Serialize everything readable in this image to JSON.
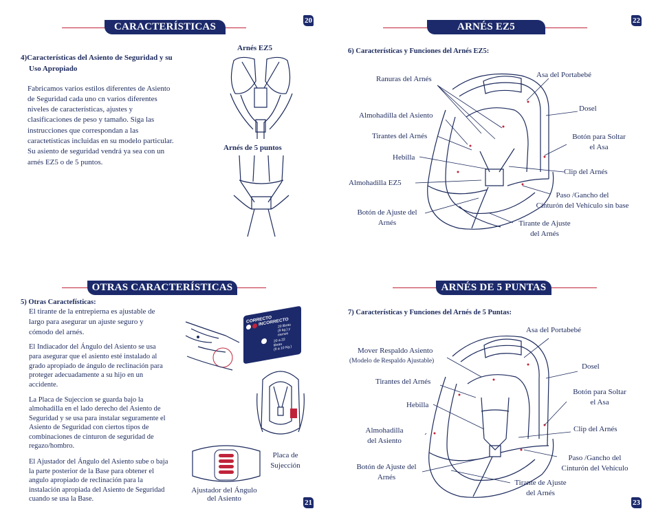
{
  "pages": {
    "p20": {
      "number": "20",
      "header": "CARACTERÍSTICAS",
      "section_title_line1": "4)Características del Asiento de Seguridad y su",
      "section_title_line2": "Uso Apropiado",
      "body": [
        "Fabricamos varios estilos diferentes de Asiento",
        "de Seguridad cada uno cn varios diferentes",
        "niveles de características, ajustes y",
        "clasificaciones de peso y tamaño. Siga las",
        "instrucciones que correspondan a las",
        "caractetísticas incluidas en su modelo particular.",
        "Su asiento de seguridad vendrá ya sea con un",
        "arnés EZ5 o de 5 puntos."
      ],
      "label_ez5": "Arnés EZ5",
      "label_5pt": "Arnés de 5 puntos"
    },
    "p21": {
      "number": "21",
      "header": "OTRAS CARACTERÍSTICAS",
      "section_title": "5) Otras Caractefísticas:",
      "para1": [
        "El tirante de la entrepierna es ajustable de",
        "largo para asegurar un ajuste seguro y",
        "cómodo del arnés."
      ],
      "para2": [
        "El Indiacador del Ángulo del Asiento se usa",
        "para asegurar que el asiento esté instalado al",
        "grado apropiado de ángulo de reclinación para",
        "proteger adecuadamente a su hijo en un",
        "accidente."
      ],
      "para3": [
        "La Placa de Sujeccion se guarda bajo la",
        "almohadilla en el lado derecho del Asiento de",
        "Seguridad y se usa para instalar seguramente el",
        "Asiento de Seguridad con ciertos tipos de",
        "combinaciones de cinturon de seguridad de",
        "regazo/hombro."
      ],
      "para4": [
        "El Ajustador del Ángulo del Asiento sube o baja",
        "la parte posterior de la Base para obtener el",
        "angulo apropiado de reclinación para la",
        "instalación apropiada del Asiento de Seguridad",
        "cuando se usa la Base."
      ],
      "indicator": {
        "correcto": "CORRECTO",
        "incorrecto": "INCORRECTO",
        "range1": [
          "20 libras",
          "(9 kg.) y",
          "menos"
        ],
        "range2": [
          "20 a 22",
          "libras",
          "(9 a 10 Kg.)"
        ]
      },
      "label_placa": [
        "Placa de",
        "Sujección"
      ],
      "label_ajustador": [
        "Ajustador del Ángulo",
        "del Asiento"
      ]
    },
    "p22": {
      "number": "22",
      "header": "ARNÉS EZ5",
      "section_title": "6) Características y Funciones del Arnés EZ5:",
      "labels": {
        "ranuras": "Ranuras del Arnés",
        "asa": "Asa del Portabebé",
        "dosel": "Dosel",
        "almohadilla_asiento": "Almohadilla del Asiento",
        "tirantes": "Tirantes del Arnés",
        "boton_soltar": [
          "Botón para Soltar",
          "el Asa"
        ],
        "hebilla": "Hebilla",
        "clip": "Clip del Arnés",
        "almohadilla_ez5": "Almohadilla  EZ5",
        "paso": [
          "Paso /Gancho del",
          "Cinturón del Vehículo sin base"
        ],
        "boton_ajuste": [
          "Botón de Ajuste del",
          "Arnés"
        ],
        "tirante_ajuste": [
          "Tirante de Ajuste",
          "del Arnés"
        ]
      }
    },
    "p23": {
      "number": "23",
      "header": "ARNÉS DE 5 PUNTAS",
      "section_title": "7) Características y Funciones del Arnés de 5 Puntas:",
      "labels": {
        "asa": "Asa del Portabebé",
        "mover": "Mover Respaldo Asiento",
        "mover_sub": "(Modelo de Respaldo Ajustable)",
        "dosel": "Dosel",
        "tirantes": "Tirantes del Arnés",
        "boton_soltar": [
          "Botón para Soltar",
          "el Asa"
        ],
        "hebilla": "Hebilla",
        "clip": "Clip del Arnés",
        "almohadilla": [
          "Almohadilla",
          "del Asiento"
        ],
        "paso": [
          "Paso /Gancho del",
          "Cinturón del Vehículo"
        ],
        "boton_ajuste": [
          "Botón de Ajuste del",
          "Arnés"
        ],
        "tirante_ajuste": [
          "Tirante de Ajuste",
          "del Arnés"
        ]
      }
    }
  },
  "colors": {
    "navy": "#1c2a6b",
    "red": "#c0243a",
    "text": "#1c2a5c"
  }
}
